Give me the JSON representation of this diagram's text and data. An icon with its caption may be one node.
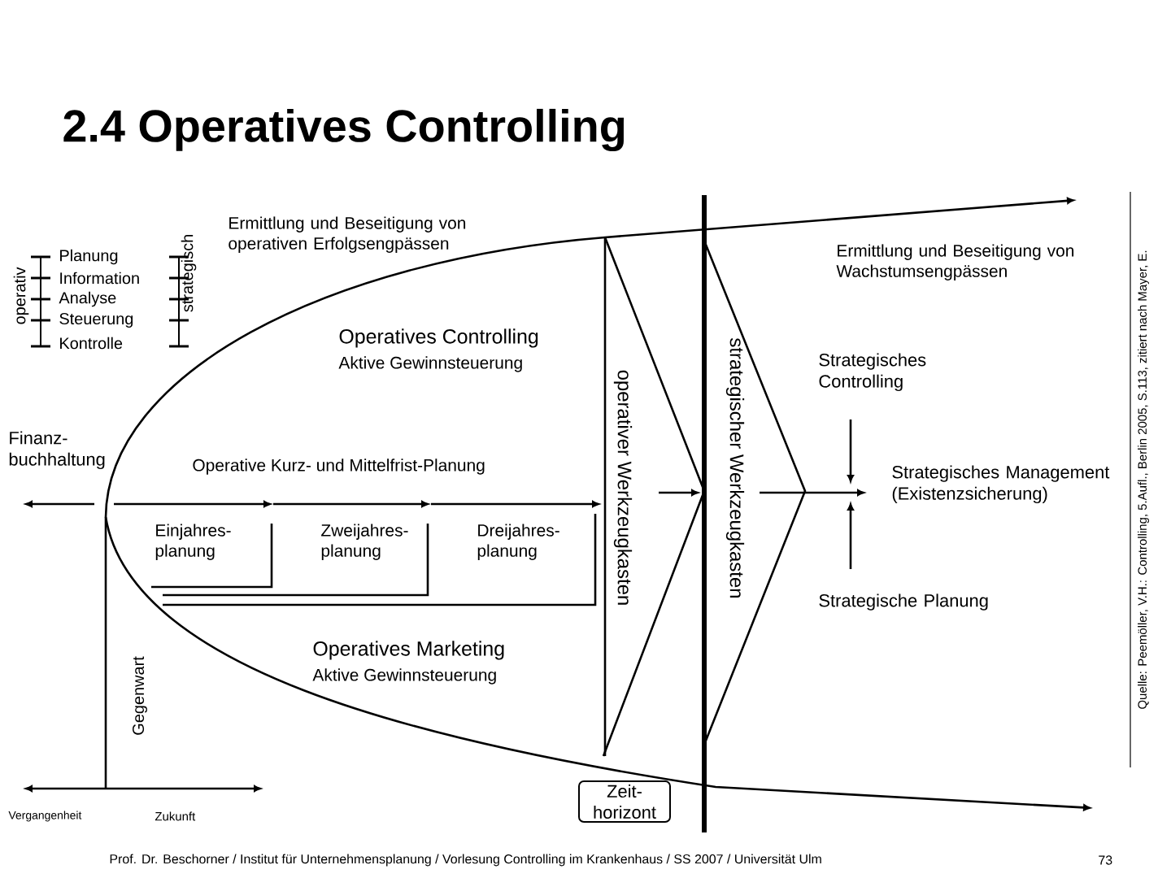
{
  "diagram": {
    "title": "2.4 Operatives Controlling",
    "nodes": [
      {
        "text": [
          "Zeit- horizont"
        ]
      }
    ],
    "edges": [],
    "labels": [
      "operativ",
      "Planung",
      "Information",
      "Analyse",
      "Steuerung",
      "Kontrolle",
      "strategisch",
      "Ermittlung und Beseitigung von operativen Erfolgsengpässen",
      "Ermittlung und Beseitigung von Wachstumsengpässen",
      "Operatives Controlling",
      "Aktive Gewinnsteuerung",
      "operativer Werkzeugkasten",
      "strategischer Werkzeugkasten",
      "Strategisches Controlling",
      "Finanz- buchhaltung",
      "Operative Kurz- und Mittelfrist-Planung",
      "Strategisches Management (Existenzsicherung)",
      "Einjahres- planung",
      "Zweijahres- planung",
      "Dreijahres- planung",
      "Strategische Planung",
      "Operatives Marketing",
      "Aktive Gewinnsteuerung",
      "Gegenwart",
      "Vergangenheit",
      "Zukunft",
      "Prof. Dr. Beschorner / Institut für Unternehmensplanung / Vorlesung Controlling im Krankenhaus / SS 2007 / Universität Ulm",
      "73",
      "Quelle: Peemöller, V.H.: Controlling, 5.Aufl., Berlin 2005, S.113, zitiert nach Mayer, E."
    ]
  }
}
